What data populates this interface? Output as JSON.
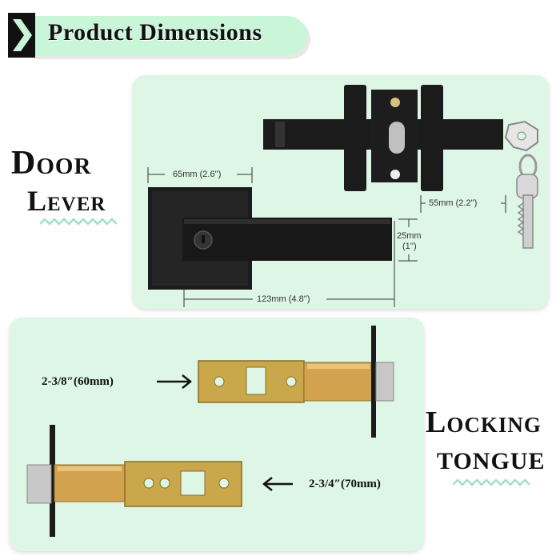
{
  "header": {
    "title": "Product Dimensions",
    "icon": "chevron-right-icon"
  },
  "door_lever": {
    "label_line1": "Door",
    "label_line2": "Lever",
    "dimensions": {
      "rose_width": "65mm (2.6'')",
      "lever_length": "123mm (4.8'')",
      "lever_height_line1": "25mm",
      "lever_height_line2": "(1'')",
      "latch_depth": "55mm (2.2'')"
    }
  },
  "locking_tongue": {
    "label_line1": "Locking",
    "label_line2": "tongue",
    "short_latch": "2-3/8″(60mm)",
    "long_latch": "2-3/4″(70mm)"
  },
  "colors": {
    "panel": "#ddf6e5",
    "header_pill": "#c9f6d8",
    "accent_wave": "#9fe3c4",
    "hardware_black": "#1a1a1a",
    "brass": "#c9a74a"
  }
}
